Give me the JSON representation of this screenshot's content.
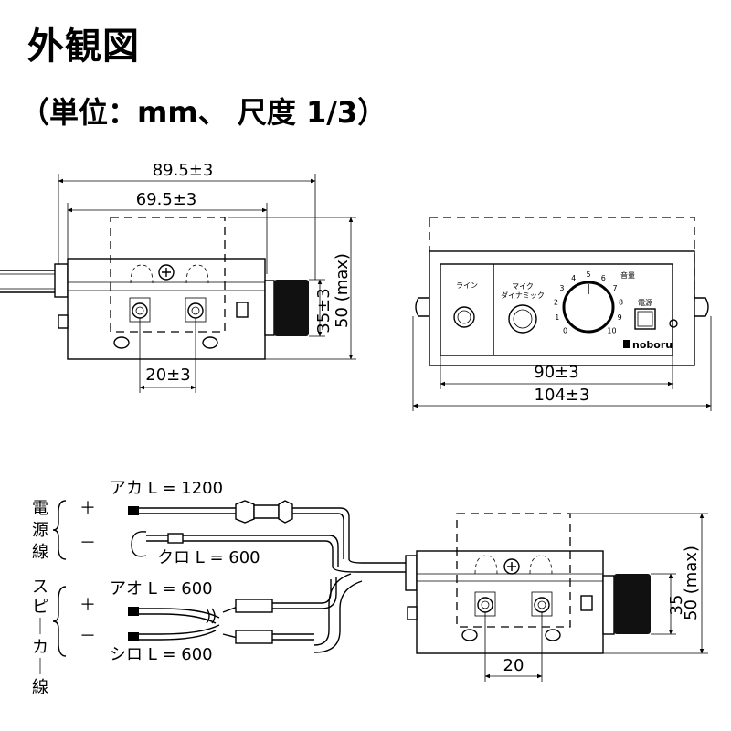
{
  "title": "外観図",
  "subtitle": "（単位：mm、 尺度 1/3）",
  "side_view": {
    "dim_total_width": "89.5±3",
    "dim_body_width": "69.5±3",
    "dim_terminal_pitch": "20±3",
    "dim_height": "35±3",
    "dim_height_max": "50 (max)"
  },
  "front_view": {
    "label_line": "ライン",
    "label_mic_1": "マイク",
    "label_mic_2": "ダイナミック",
    "label_volume": "音量",
    "label_power": "電源",
    "brand": "noboru",
    "dial_ticks": [
      "0",
      "1",
      "2",
      "3",
      "4",
      "5",
      "6",
      "7",
      "8",
      "9",
      "10"
    ],
    "dim_inner_width": "90±3",
    "dim_outer_width": "104±3"
  },
  "wiring_view": {
    "group_power": "電源線",
    "group_speaker": "スピーカー線",
    "plus": "＋",
    "minus": "－",
    "wire_red": "アカ L = 1200",
    "wire_black": "クロ L = 600",
    "wire_blue": "アオ L = 600",
    "wire_white": "シロ L = 600",
    "dim_terminal_pitch": "20",
    "dim_height": "35",
    "dim_height_max": "50 (max)"
  }
}
